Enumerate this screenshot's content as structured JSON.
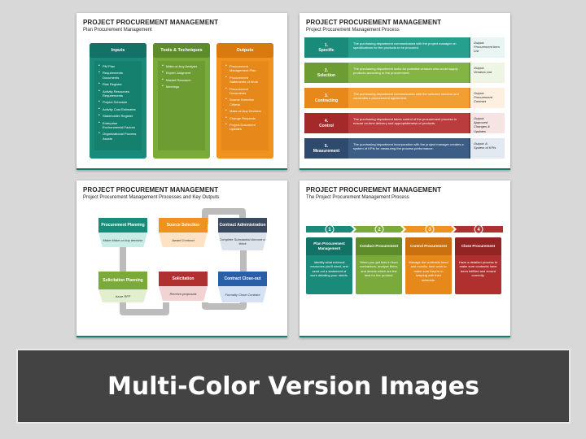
{
  "slide1": {
    "title": "PROJECT PROCUREMENT MANAGEMENT",
    "subtitle": "Plan Procurement Management",
    "columns": [
      {
        "head": "Inputs",
        "color": "#1a8a7a",
        "items": [
          "PM Plan",
          "Requirements Documents",
          "Risk Register",
          "Activity Resources Requirements",
          "Project Schedule",
          "Activity Cost Estimates",
          "Stakeholder Register",
          "Enterprise Environmental Factors",
          "Organizational Process Assets"
        ]
      },
      {
        "head": "Tools & Techniques",
        "color": "#7aaa3a",
        "items": [
          "Make-or-buy Analysis",
          "Expert Judgment",
          "Market Research",
          "Meetings"
        ]
      },
      {
        "head": "Outputs",
        "color": "#f0921e",
        "items": [
          "Procurement Management Plan",
          "Procurement Statements of Work",
          "Procurement Documents",
          "Source Selection Criteria",
          "Make-or-buy Decision",
          "Change Requests",
          "Project Document Updates"
        ]
      }
    ]
  },
  "slide2": {
    "title": "PROJECT PROCUREMENT MANAGEMENT",
    "subtitle": "Project Procurement Management Process",
    "rows": [
      {
        "num": "1.",
        "label": "Specific",
        "color": "#1a8a7a",
        "desc": "The purchasing department communicated with the project manager on specifications for the products to be procured.",
        "out_label": "Output:",
        "out": "Procurement Item List"
      },
      {
        "num": "2.",
        "label": "Selection",
        "color": "#7aaa3a",
        "desc": "The purchasing department looks for potential vendors who could supply products according to the procurement.",
        "out_label": "Output:",
        "out": "Vendors List"
      },
      {
        "num": "3.",
        "label": "Contracting",
        "color": "#f0921e",
        "desc": "The purchasing department communicates with the selected vendors and concludes a procurement agreement.",
        "out_label": "Output:",
        "out": "Procurement Contract"
      },
      {
        "num": "4.",
        "label": "Control",
        "color": "#b03030",
        "desc": "The purchasing department takes control of the procurement process to ensure on-time delivery and appropriateness of products.",
        "out_label": "Output:",
        "out": "Approved Changes & Updates"
      },
      {
        "num": "5.",
        "label": "Measurement",
        "color": "#2e4b6e",
        "desc": "The purchasing department incorporation with the project manager creates a system of KPIs for measuring the process performance.",
        "out_label": "Output: A",
        "out": "System of KPIs"
      }
    ]
  },
  "slide3": {
    "title": "PROJECT PROCUREMENT MANAGEMENT",
    "subtitle": "Project Procurement Management Processes and Key Outputs",
    "boxes": [
      {
        "label": "Procurement Planning",
        "note": "Make Make-or-buy decision",
        "color": "#1a8a7a",
        "note_color": "#c8ece6"
      },
      {
        "label": "Source Selection",
        "note": "Award Contract",
        "color": "#f0921e",
        "note_color": "#fde3c4"
      },
      {
        "label": "Contract Administration",
        "note": "Complete Substantial Amount of Work",
        "color": "#3a4a5e",
        "note_color": "#dde3ea"
      },
      {
        "label": "Solicitation Planning",
        "note": "Issue RFP",
        "color": "#7aaa3a",
        "note_color": "#e2efcf"
      },
      {
        "label": "Solicitation",
        "note": "Receive proposals",
        "color": "#b03030",
        "note_color": "#f1d3d3"
      },
      {
        "label": "Contract Close-out",
        "note": "Formally Close Contract",
        "color": "#2a5fa8",
        "note_color": "#d5e2f5"
      }
    ]
  },
  "slide4": {
    "title": "PROJECT PROCUREMENT MANAGEMENT",
    "subtitle": "The Project Procurement Management Process",
    "steps": [
      {
        "num": "1",
        "head": "Plan Procurement Management",
        "color": "#1a8a7a",
        "body": "Identify what external resources you'll need, and send out a statement of work detailing your needs."
      },
      {
        "num": "2",
        "head": "Conduct Procurement",
        "color": "#7aaa3a",
        "body": "When you get bids in from contractors, analyze them, and decide which are the best for the product."
      },
      {
        "num": "3",
        "head": "Control Procurement",
        "color": "#e07a1a",
        "body": "Manage the contracts hired and monitor their work to make sure they're in keeping with their schedule."
      },
      {
        "num": "4",
        "head": "Close Procurement",
        "color": "#b03030",
        "body": "Have a detailed process to make sure contracts have been fulfilled and closed correctly."
      }
    ]
  },
  "banner": {
    "text": "Multi-Color Version Images"
  }
}
